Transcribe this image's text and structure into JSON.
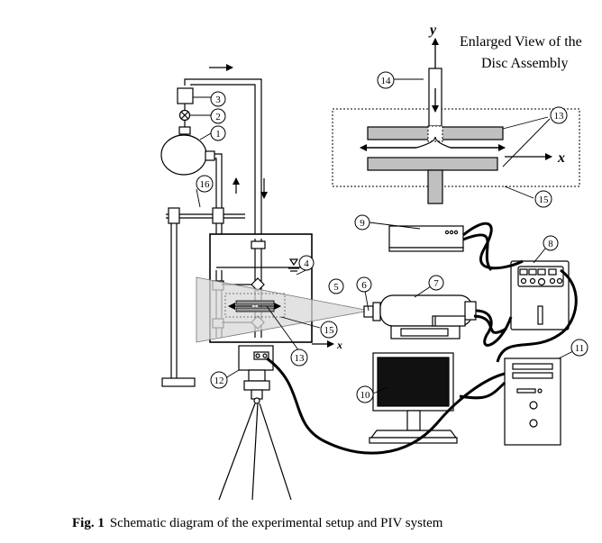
{
  "inset": {
    "title_line1": "Enlarged View of the",
    "title_line2": "Disc Assembly",
    "axis_y": "y",
    "axis_x": "x"
  },
  "main": {
    "axis_x": "x"
  },
  "labels": [
    "1",
    "2",
    "3",
    "4",
    "5",
    "6",
    "7",
    "8",
    "9",
    "10",
    "11",
    "12",
    "13",
    "14",
    "15",
    "16"
  ],
  "label_13b": "13",
  "label_15b": "15",
  "caption": {
    "prefix": "Fig. 1",
    "text": "Schematic diagram of the experimental setup and PIV system"
  }
}
